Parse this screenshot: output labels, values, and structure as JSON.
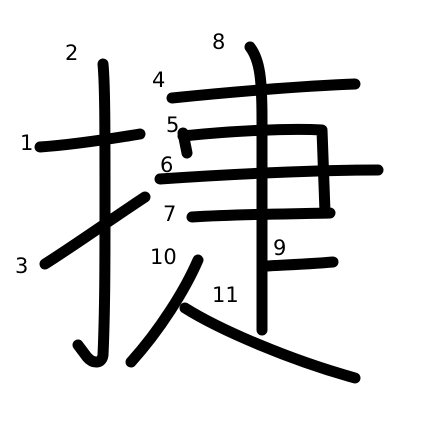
{
  "glyph": {
    "stroke_color": "#000000",
    "label_color": "#000000"
  },
  "stroke_numbers": [
    "1",
    "2",
    "3",
    "4",
    "5",
    "6",
    "7",
    "8",
    "9",
    "10",
    "11"
  ]
}
